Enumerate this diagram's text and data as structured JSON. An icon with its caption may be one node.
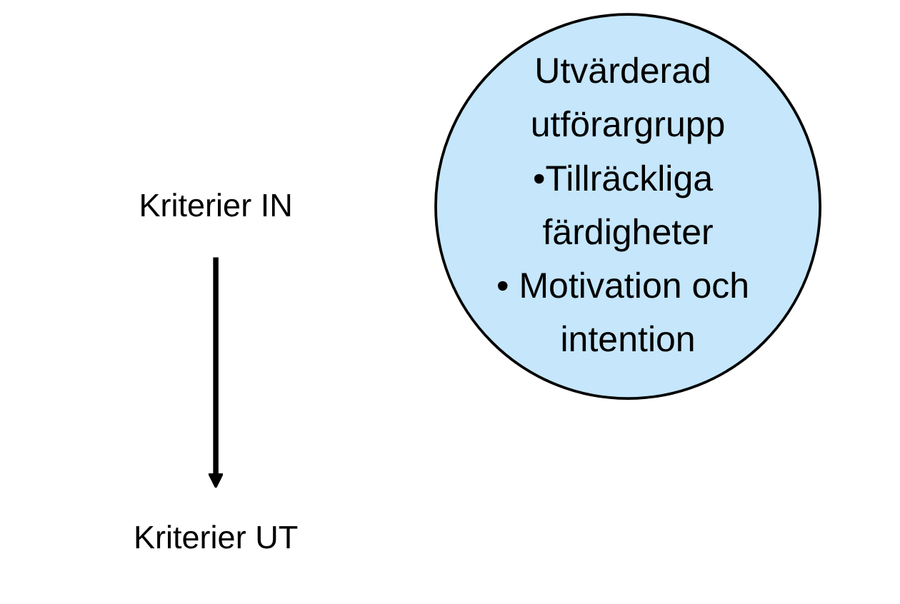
{
  "diagram": {
    "nodes": [
      {
        "text": [
          "Kriterier IN"
        ]
      },
      {
        "text": [
          "Utvärderad utförargrupp",
          "•Tillräckliga färdigheter",
          "• Motivation och intention"
        ]
      },
      {
        "text": [
          "Kriterier UT"
        ]
      }
    ],
    "edges": [
      {
        "from": 0,
        "to": 2,
        "arrow": "to"
      }
    ]
  }
}
